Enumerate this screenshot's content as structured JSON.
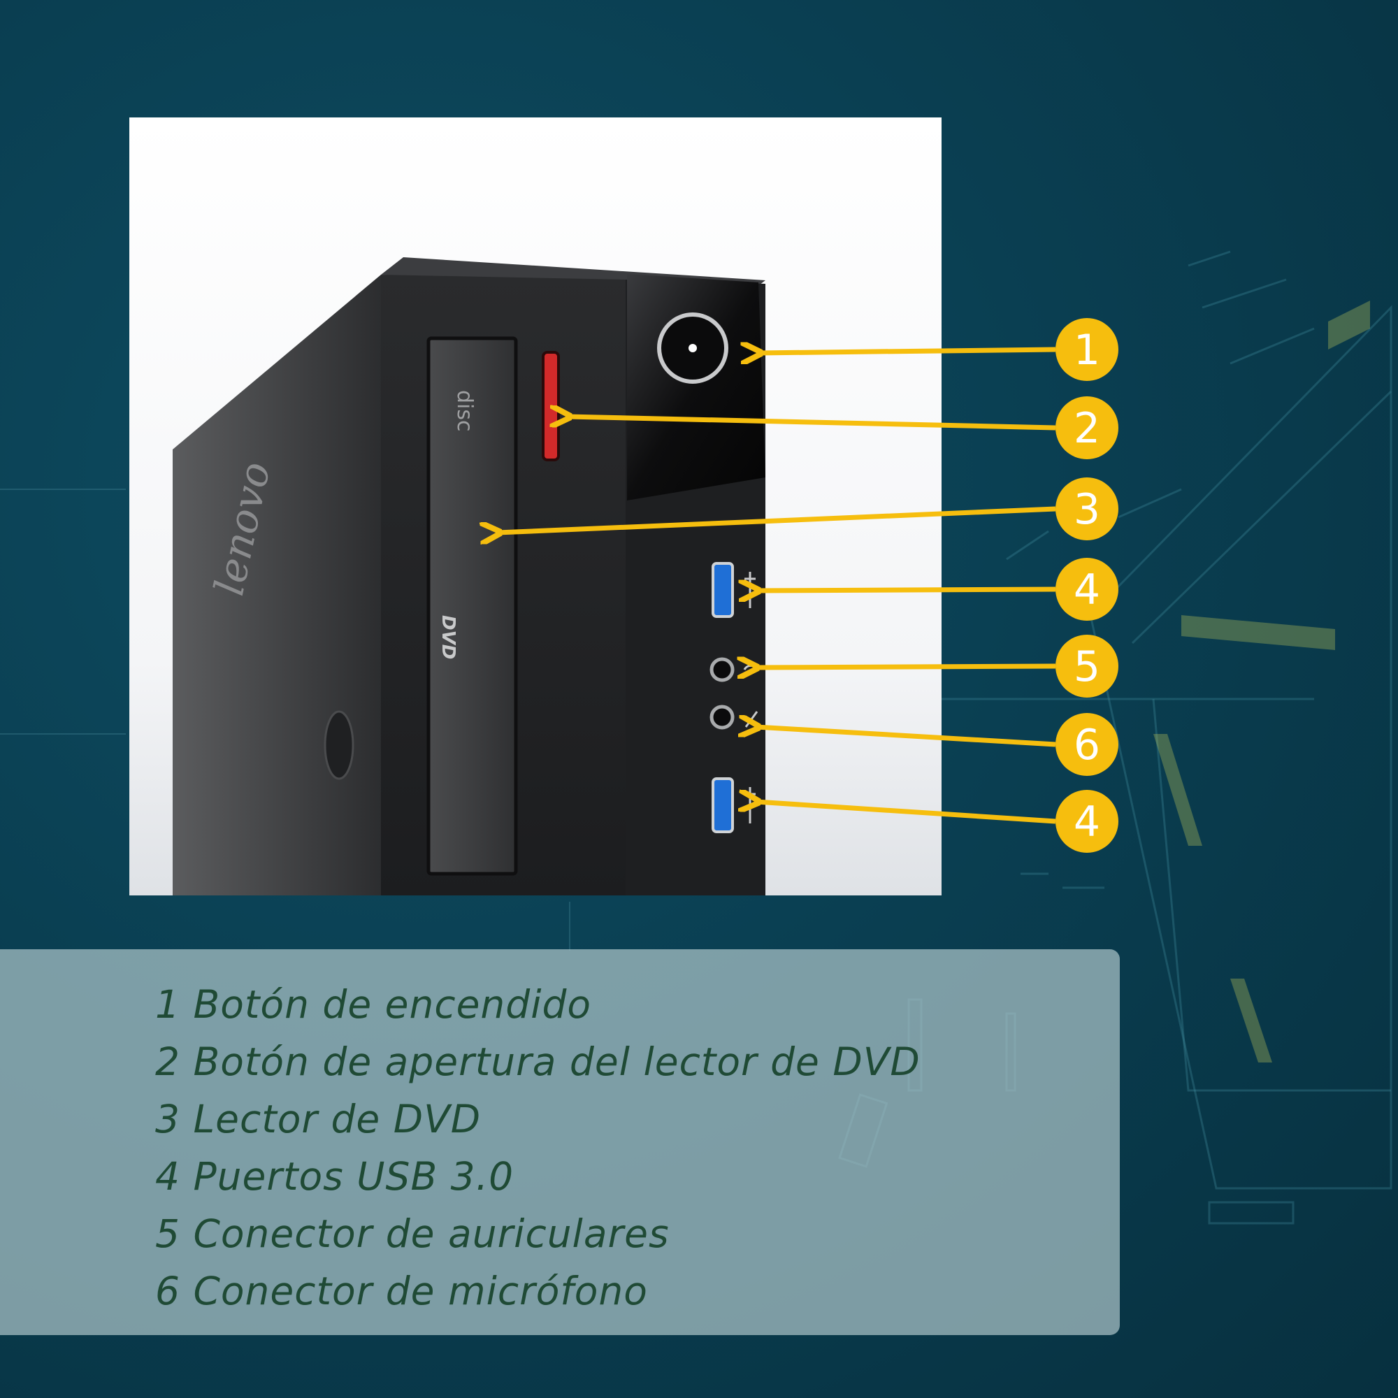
{
  "diagram": {
    "accent_color": "#f6be0e",
    "callouts": [
      {
        "id": "c1",
        "number": "1"
      },
      {
        "id": "c2",
        "number": "2"
      },
      {
        "id": "c3",
        "number": "3"
      },
      {
        "id": "c4a",
        "number": "4"
      },
      {
        "id": "c5",
        "number": "5"
      },
      {
        "id": "c6",
        "number": "6"
      },
      {
        "id": "c4b",
        "number": "4"
      }
    ],
    "device_labels": {
      "brand": "lenovo",
      "disc": "disc",
      "dvd": "DVD"
    }
  },
  "legend": {
    "items": [
      "1 Botón de encendido",
      "2 Botón de apertura del lector de DVD",
      "3 Lector de DVD",
      "4 Puertos USB 3.0",
      "5 Conector de auriculares",
      "6 Conector de micrófono"
    ]
  }
}
